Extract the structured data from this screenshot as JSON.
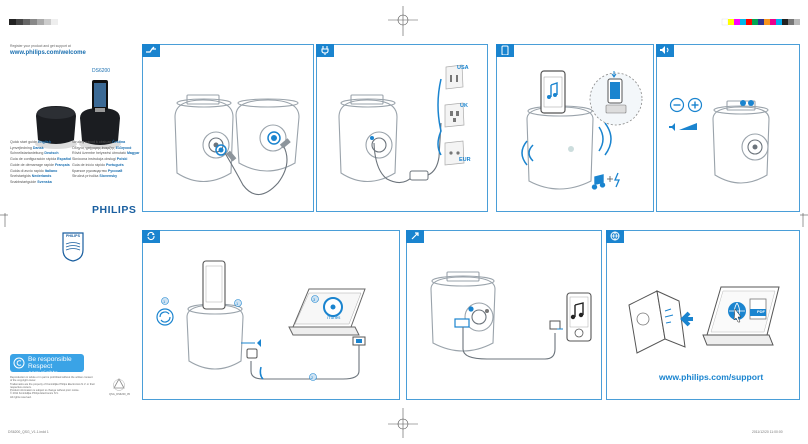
{
  "cover": {
    "register_text": "Register your product and get support at",
    "website": "www.philips.com/welcome",
    "model": "DS6200",
    "brand": "PHILIPS",
    "shield_text": "PHILIPS",
    "responsible_line1": "Be responsible",
    "responsible_line2": "Respect copyrights",
    "languages_left": [
      {
        "label": "Quick start guide",
        "lang": "English"
      },
      {
        "label": "Lynvejledning",
        "lang": "Dansk"
      },
      {
        "label": "Schnellstartanleitung",
        "lang": "Deutsch"
      },
      {
        "label": "Guía de configuración rápida",
        "lang": "Español"
      },
      {
        "label": "Guide de démarrage rapide",
        "lang": "Français"
      },
      {
        "label": "Guida di avvio rapido",
        "lang": "Italiano"
      },
      {
        "label": "Snelstartgids",
        "lang": "Nederlands"
      },
      {
        "label": "Snabbstartguide",
        "lang": "Svenska"
      }
    ],
    "languages_right": [
      {
        "label": "Stručný návod k obsluze",
        "lang": "Čeština"
      },
      {
        "label": "Οδηγός γρήγορης έναρξης",
        "lang": "Ελληνικά"
      },
      {
        "label": "Rövid üzembe helyezési útmutató",
        "lang": "Magyar"
      },
      {
        "label": "Skrócona instrukcja obsługi",
        "lang": "Polski"
      },
      {
        "label": "Guia de início rápido",
        "lang": "Português"
      },
      {
        "label": "Краткое руководство",
        "lang": "Русский"
      },
      {
        "label": "Stručná príručka",
        "lang": "Slovensky"
      }
    ],
    "legal_lines": [
      "Reproduction in whole or in part is prohibited without the written consent",
      "of the copyright owner.",
      "Trademarks are the property of Koninklijke Philips Electronics N.V. or their",
      "respective owners.",
      "Product information is subject to change without prior notice.",
      "© 2011 Koninklijke Philips Electronics N.V.",
      "All rights reserved."
    ],
    "print_code": "QSG_DS6200_05"
  },
  "panels": {
    "connect_label": "USA",
    "uk_label": "UK",
    "eur_label": "EUR",
    "itunes_label": "iTunes",
    "step_numbers": [
      "1",
      "1",
      "2",
      "3"
    ],
    "support_url": "www.philips.com/support",
    "pdf_label": "PDF"
  },
  "footer": {
    "left": "DS6200_QSG_V1.1.indd 1",
    "right": "2011/12/20 11:00:00"
  },
  "colors": {
    "accent": "#1a84cf",
    "panel_border": "#4a9ed8"
  }
}
